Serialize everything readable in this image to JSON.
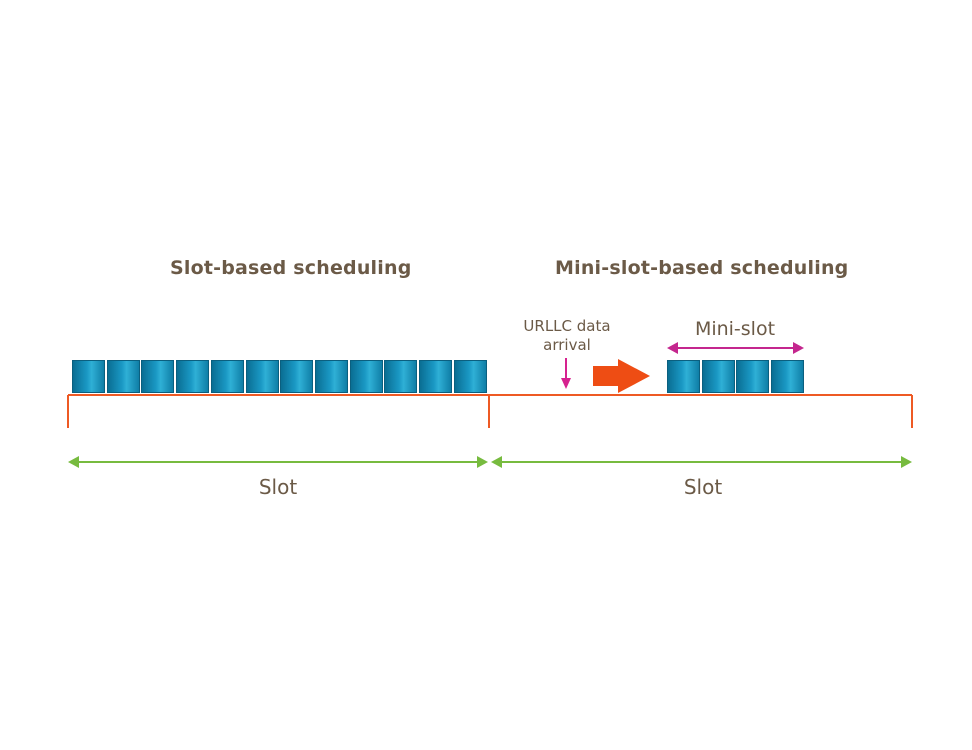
{
  "headings": {
    "left": "Slot-based scheduling",
    "right": "Mini-slot-based scheduling"
  },
  "labels": {
    "urllc_line1": "URLLC data",
    "urllc_line2": "arrival",
    "mini_slot": "Mini-slot",
    "slot_left": "Slot",
    "slot_right": "Slot"
  },
  "symbols": {
    "slot_based_count": 12,
    "mini_slot_count": 4
  },
  "colors": {
    "heading_text": "#6b5a47",
    "slot_bracket": "#ee5a24",
    "slot_arrow": "#77bb3f",
    "urllc_arrow": "#d6228f",
    "mini_slot_arrow": "#c4268e",
    "transition_arrow": "#ee4d14",
    "symbol_block": "#1a98c4"
  }
}
